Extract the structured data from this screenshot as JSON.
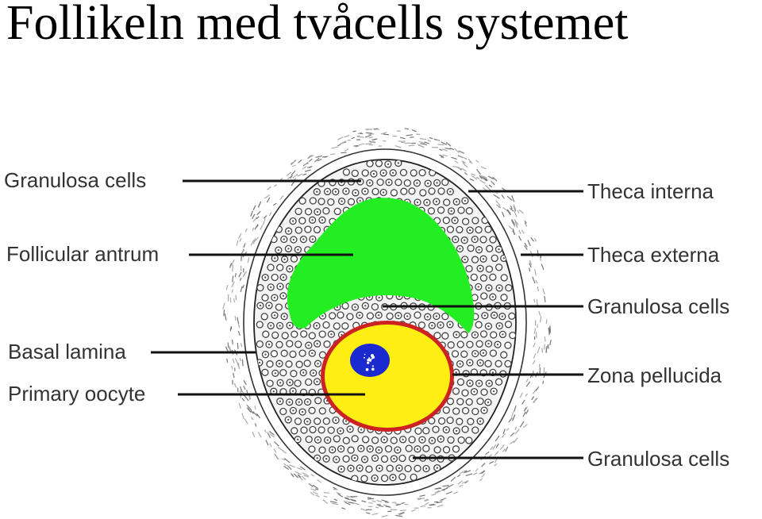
{
  "title": "Follikeln med tvåcells systemet",
  "colors": {
    "antrum": "#22ee22",
    "oocyte": "#ffee11",
    "zona": "#cc2222",
    "nucleus": "#1a2ad0"
  },
  "labels": {
    "granulosa_top": "Granulosa cells",
    "antrum": "Follicular antrum",
    "basal_lamina": "Basal lamina",
    "oocyte": "Primary oocyte",
    "theca_interna": "Theca interna",
    "theca_externa": "Theca externa",
    "granulosa_mid": "Granulosa cells",
    "zona": "Zona pellucida",
    "granulosa_bottom": "Granulosa cells"
  }
}
